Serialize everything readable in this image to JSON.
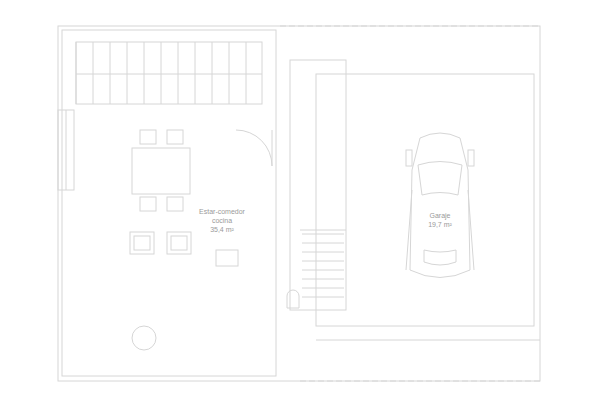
{
  "diagram": {
    "labels": [
      "Estar-comedor",
      "cocina",
      "35,4 m²",
      "Garaje",
      "19,7 m²"
    ]
  }
}
